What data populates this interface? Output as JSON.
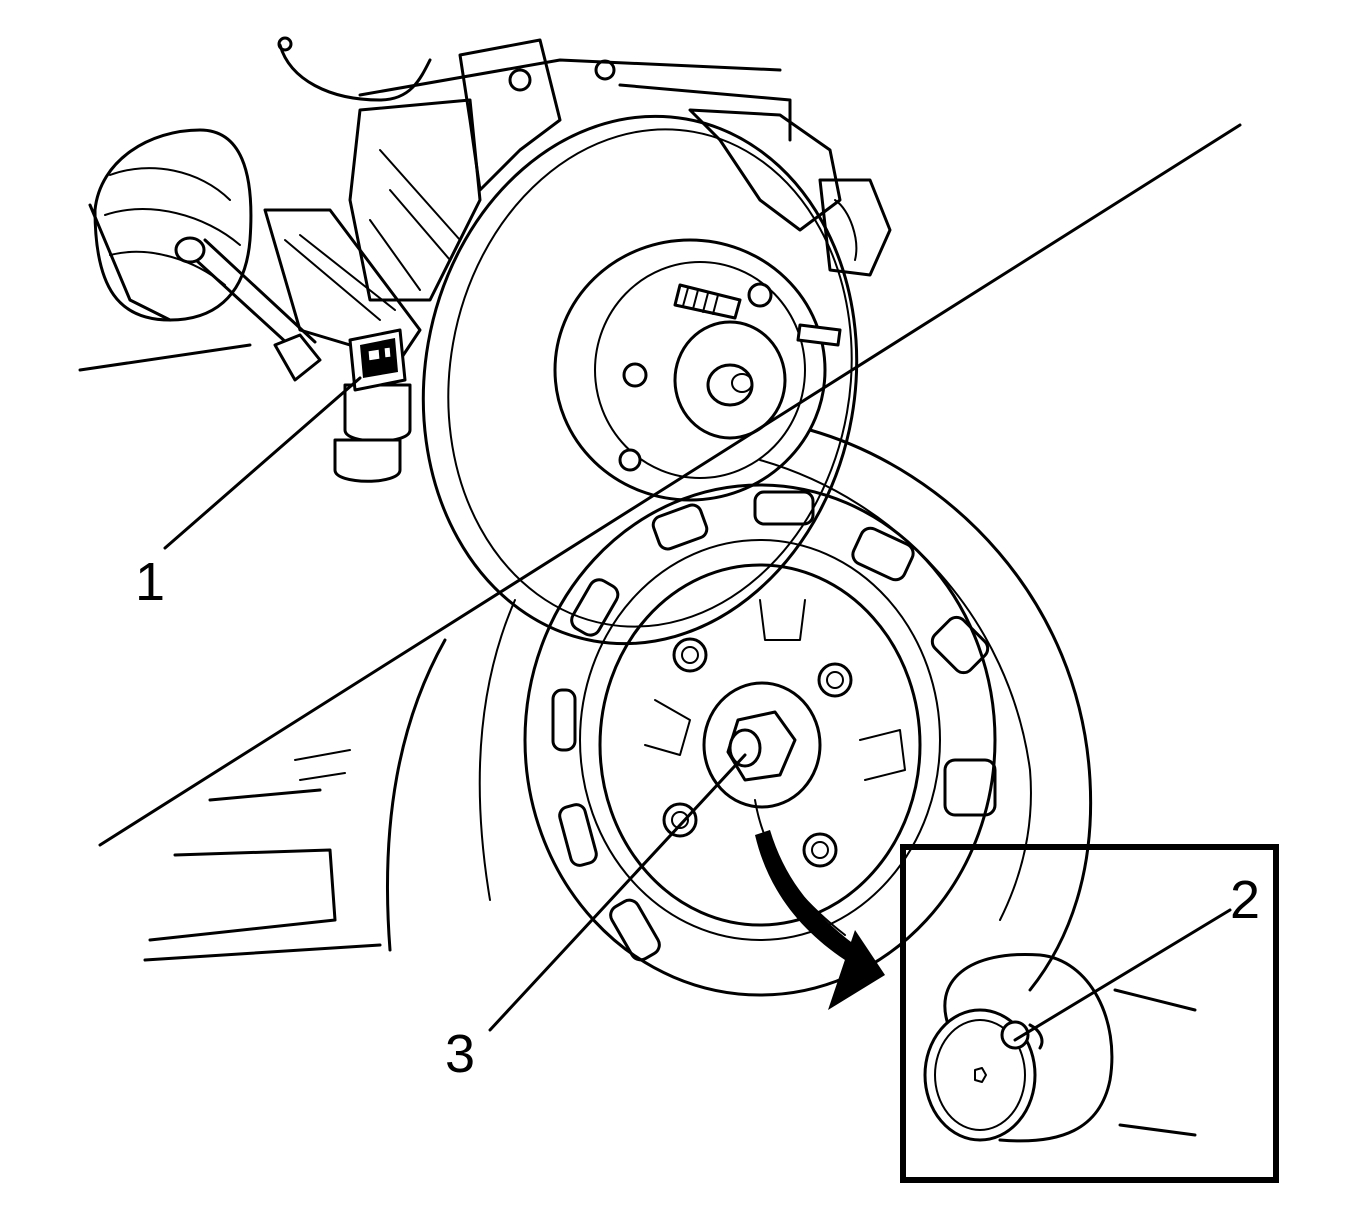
{
  "callouts": [
    {
      "id": "1",
      "label": "1"
    },
    {
      "id": "2",
      "label": "2"
    },
    {
      "id": "3",
      "label": "3"
    }
  ],
  "icons": {
    "connector": "wheel-speed-sensor-connector-icon",
    "hub": "wheel-hub-icon",
    "sensor": "wheel-speed-sensor-icon",
    "arrow": "detail-arrow-icon"
  },
  "colors": {
    "line": "#000000",
    "background": "#ffffff"
  }
}
